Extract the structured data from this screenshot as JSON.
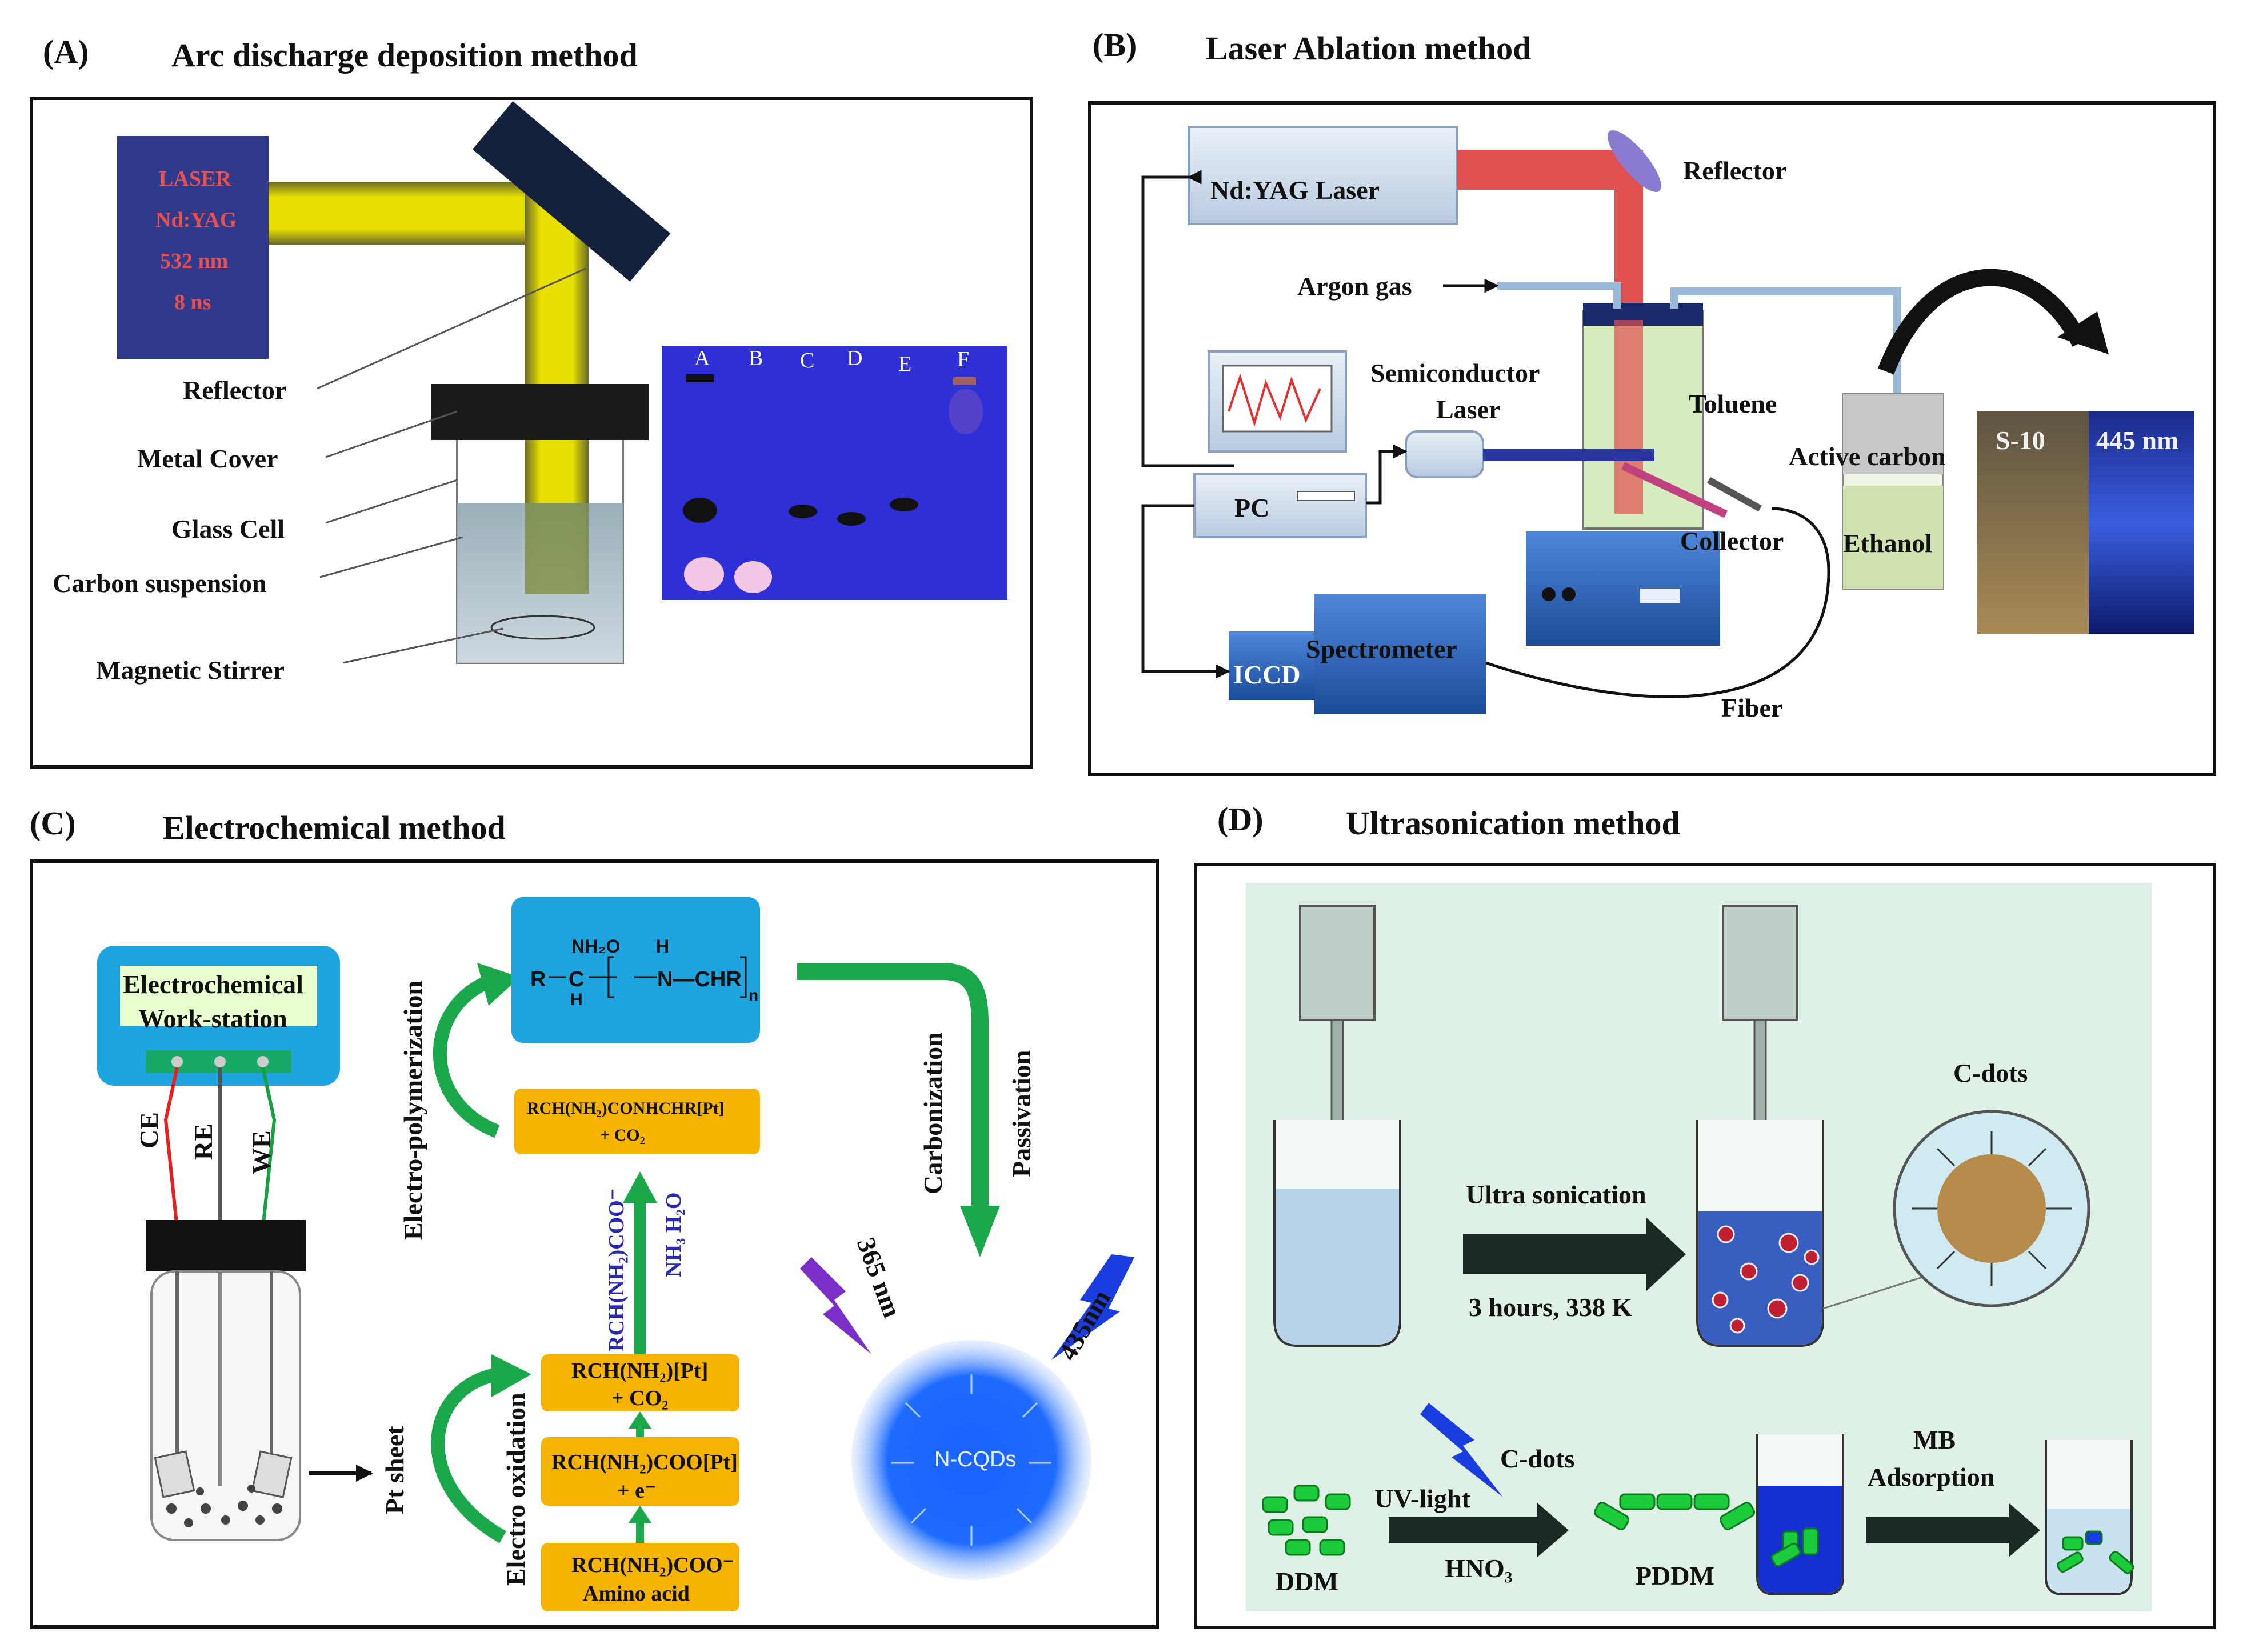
{
  "panels": {
    "a": {
      "letter": "(A)",
      "title": "Arc discharge deposition method",
      "laser_box": [
        "LASER",
        "Nd:YAG",
        "532 nm",
        "8 ns"
      ],
      "labels": {
        "reflector": "Reflector",
        "metal_cover": "Metal  Cover",
        "glass_cell": "Glass Cell",
        "carbon_suspension": "Carbon  suspension",
        "magnetic_stirrer": "Magnetic Stirrer"
      },
      "gel_lanes": [
        "A",
        "B",
        "C",
        "D",
        "E",
        "F"
      ]
    },
    "b": {
      "letter": "(B)",
      "title": "Laser Ablation  method",
      "labels": {
        "laser": "Nd:YAG  Laser",
        "reflector": "Reflector",
        "argon": "Argon  gas",
        "semiconductor": "Semiconductor",
        "semiconductor_laser": "Laser",
        "toluene": "Toluene",
        "pc": "PC",
        "collector": "Collector",
        "active_carbon": "Active carbon",
        "ethanol": "Ethanol",
        "spectrometer": "Spectrometer",
        "iccd": "ICCD",
        "fiber": "Fiber",
        "sample": "S-10",
        "emission": "445 nm"
      }
    },
    "c": {
      "letter": "(C)",
      "title": "Electrochemical   method",
      "labels": {
        "workstation_1": "Electrochemical",
        "workstation_2": "Work-station",
        "ce": "CE",
        "re": "RE",
        "we": "WE",
        "pt_sheet": "Pt sheet",
        "electro_oxidation": "Electro oxidation",
        "electro_polymerization": "Electro-polymerization",
        "carbonization": "Carbonization",
        "passivation": "Passivation",
        "uv_365": "365 nm",
        "em_435": "435nm",
        "ncqds": "N-CQDs",
        "arrow_reagent_1": "RCH(NH₂)COO⁻",
        "arrow_reagent_2": "NH₃  H₂O"
      },
      "boxes": {
        "amino_1": "RCH(NH₂)COO⁻",
        "amino_2": "Amino acid",
        "coo_pt_1": "RCH(NH₂)COO[Pt]",
        "coo_pt_2": "+ e⁻",
        "pt_1": "RCH(NH₂)[Pt]",
        "pt_2": "+ CO₂",
        "conh_1": "RCH(NH₂)CONHCHR[Pt]",
        "conh_2": "+ CO₂"
      },
      "polymer": {
        "r": "R",
        "ch": "C",
        "h_low": "H",
        "nh2o": "NH₂O",
        "h_top": "H",
        "n_chr": "N—CHR",
        "n_sub": "n"
      }
    },
    "d": {
      "letter": "(D)",
      "title": "Ultrasonication    method",
      "labels": {
        "ultra": "Ultra  sonication",
        "conditions": "3 hours, 338 K",
        "cdots": "C-dots",
        "cdots_2": "C-dots",
        "uv_light": "UV-light",
        "hno3": "HNO₃",
        "ddm": "DDM",
        "pddm": "PDDM",
        "mb_1": "MB",
        "mb_2": "Adsorption"
      }
    }
  },
  "colors": {
    "laser_beam": "#e8e000",
    "laser_box": "#2f3a8c",
    "reflector_dark": "#14213d",
    "gel": "#2f2fd8",
    "green_arrow": "#1aa84b",
    "orange_box": "#f6b400",
    "cyan_box": "#1ea5e0",
    "glow_blue": "#1e6bff",
    "red_beam": "#e83a3a",
    "mint_bg": "#dff1e6"
  }
}
